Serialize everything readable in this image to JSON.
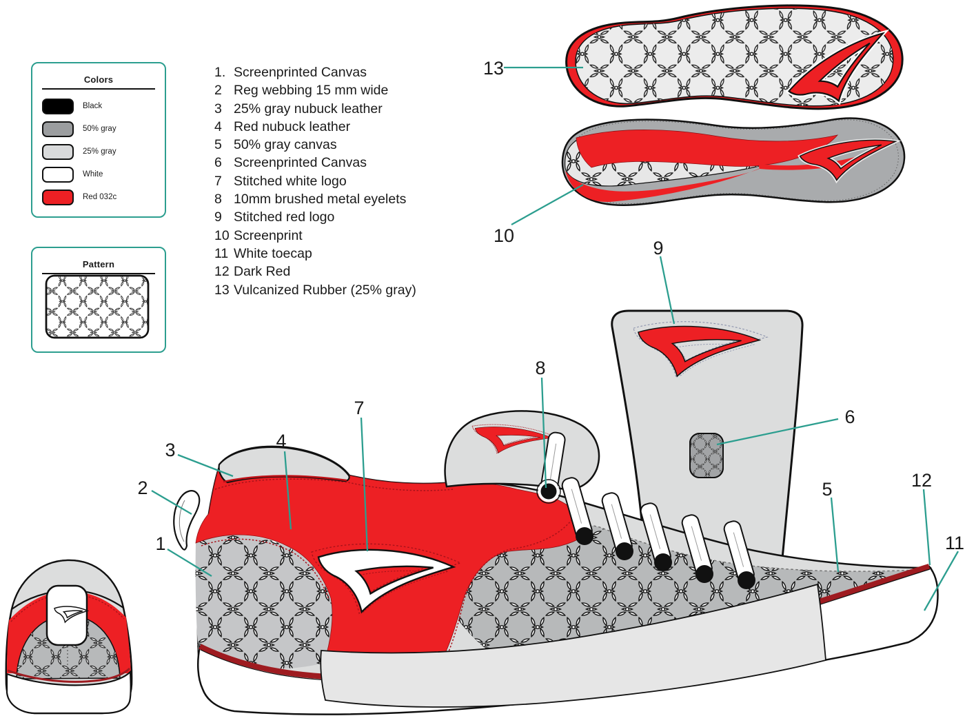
{
  "palette": {
    "teal": "#2c9e8f",
    "red": "#ed2024",
    "dark_red": "#9e1b20",
    "black": "#111111",
    "light_gray": "#dcdddd",
    "mid_gray": "#b7b9ba",
    "gray_50": "#a9abad",
    "gray_25": "#e6e6e6",
    "white": "#ffffff"
  },
  "colors_panel": {
    "title": "Colors",
    "items": [
      {
        "label": "Black",
        "hex": "#000000"
      },
      {
        "label": "50% gray",
        "hex": "#9b9d9f"
      },
      {
        "label": "25% gray",
        "hex": "#d9dadb"
      },
      {
        "label": "White",
        "hex": "#ffffff"
      },
      {
        "label": "Red 032c",
        "hex": "#ed2024"
      }
    ]
  },
  "pattern_panel": {
    "title": "Pattern"
  },
  "parts_list": {
    "items": [
      {
        "num": "1.",
        "label": "Screenprinted Canvas"
      },
      {
        "num": "2",
        "label": "Reg webbing 15 mm wide"
      },
      {
        "num": "3",
        "label": "25% gray nubuck leather"
      },
      {
        "num": "4",
        "label": "Red nubuck leather"
      },
      {
        "num": "5",
        "label": "50% gray canvas"
      },
      {
        "num": "6",
        "label": "Screenprinted Canvas"
      },
      {
        "num": "7",
        "label": "Stitched white logo"
      },
      {
        "num": "8",
        "label": "10mm brushed metal eyelets"
      },
      {
        "num": "9",
        "label": "Stitched red logo"
      },
      {
        "num": "10",
        "label": "Screenprint"
      },
      {
        "num": "11",
        "label": "White toecap"
      },
      {
        "num": "12",
        "label": "Dark Red"
      },
      {
        "num": "13",
        "label": "Vulcanized Rubber (25% gray)"
      }
    ]
  },
  "callouts": [
    {
      "n": "1"
    },
    {
      "n": "2"
    },
    {
      "n": "3"
    },
    {
      "n": "4"
    },
    {
      "n": "5"
    },
    {
      "n": "6"
    },
    {
      "n": "7"
    },
    {
      "n": "8"
    },
    {
      "n": "9"
    },
    {
      "n": "10"
    },
    {
      "n": "11"
    },
    {
      "n": "12"
    },
    {
      "n": "13"
    }
  ]
}
